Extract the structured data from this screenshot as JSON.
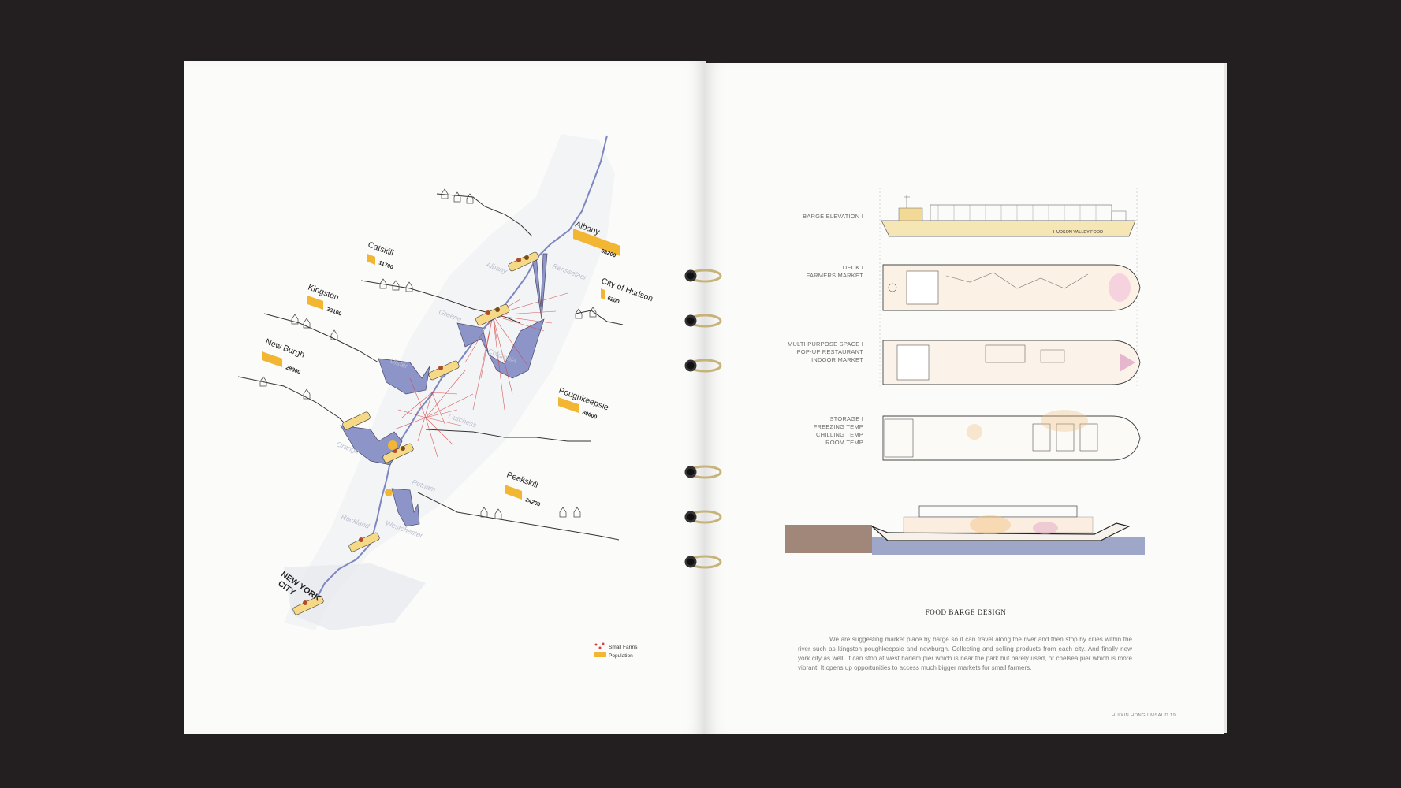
{
  "map": {
    "cities": [
      {
        "name": "Albany",
        "population": "98200"
      },
      {
        "name": "Catskill",
        "population": "11700"
      },
      {
        "name": "City of Hudson",
        "population": "6200"
      },
      {
        "name": "Kingston",
        "population": "23100"
      },
      {
        "name": "New Burgh",
        "population": "28300"
      },
      {
        "name": "Poughkeepsie",
        "population": "30600"
      },
      {
        "name": "Peekskill",
        "population": "24200"
      }
    ],
    "nyc_line1": "NEW YORK",
    "nyc_line2": "CITY",
    "counties": [
      "Albany",
      "Rensselaer",
      "Greene",
      "Columbia",
      "Ulster",
      "Dutchess",
      "Orange",
      "Putnam",
      "Rockland",
      "Westchester"
    ],
    "legend": {
      "small_farms": "Small Farms",
      "population": "Population"
    },
    "colors": {
      "river": "#7d86c0",
      "population_bar": "#f2b632",
      "farm_lines": "#d64040"
    }
  },
  "barge": {
    "views": [
      {
        "lines": [
          "BARGE ELEVATION  I"
        ]
      },
      {
        "lines": [
          "DECK  I",
          "FARMERS MARKET"
        ]
      },
      {
        "lines": [
          "MULTI PURPOSE SPACE  I",
          "POP-UP RESTAURANT",
          "INDOOR MARKET"
        ]
      },
      {
        "lines": [
          "STORAGE  I",
          "FREEZING TEMP",
          "CHILLING TEMP",
          "ROOM TEMP"
        ]
      }
    ],
    "hull_name": "HUDSON VALLEY FOOD"
  },
  "title": "FOOD BARGE DESIGN",
  "body": "We are suggesting market place by barge so it can travel along the river and then stop by cities within the river such as kingston poughkeepsie and newburgh. Collecting and selling products from each city. And finally new york city as well. It can stop at west harlem pier which is near the park but barely used, or chelsea pier which is more vibrant. It opens up opportunities to access much bigger markets for small farmers.",
  "footer": "HUIXIN HONG   I   MSAUD 19"
}
